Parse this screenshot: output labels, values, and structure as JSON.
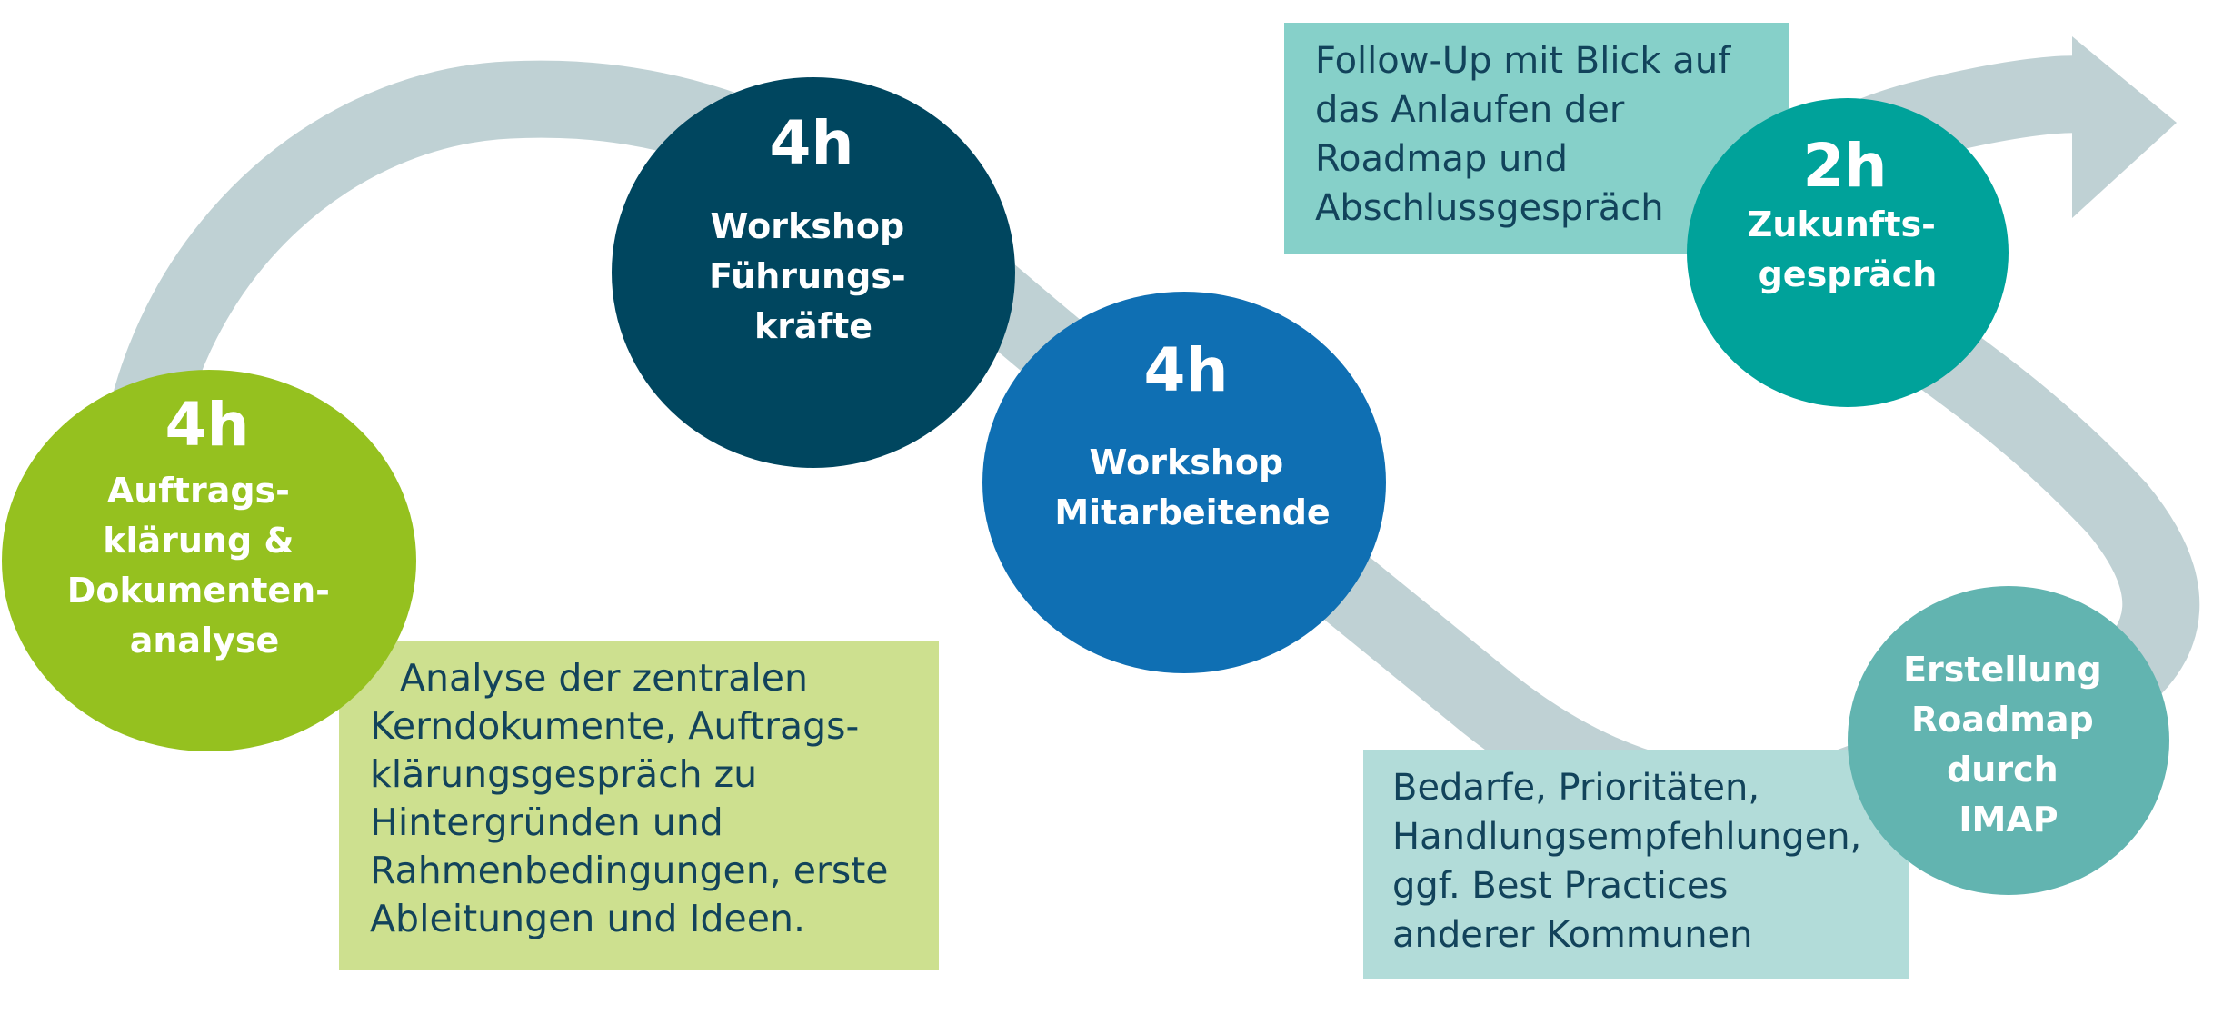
{
  "colors": {
    "path": "#bfd1d4",
    "step1": "#95c11f",
    "step2": "#00465f",
    "step3": "#0f6fb3",
    "step4": "#62b4b0",
    "step5": "#00a29a",
    "note_text": "#12435b",
    "note1_bg": "#cde08f",
    "note2_bg": "#b2dcd9",
    "note3_bg": "#86d0c9"
  },
  "steps": [
    {
      "hours": "4h",
      "label_lines": [
        "Auftrags-",
        "klärung &",
        "Dokumenten-",
        "analyse"
      ]
    },
    {
      "hours": "4h",
      "label_lines": [
        "Workshop",
        "Führungs-",
        "kräfte"
      ]
    },
    {
      "hours": "4h",
      "label_lines": [
        "Workshop",
        "Mitarbeitende"
      ]
    },
    {
      "hours": "",
      "label_lines": [
        "Erstellung",
        "Roadmap",
        "durch",
        "IMAP"
      ]
    },
    {
      "hours": "2h",
      "label_lines": [
        "Zukunfts-",
        "gespräch"
      ]
    }
  ],
  "notes": [
    {
      "lines": [
        "Analyse der zentralen",
        "Kerndokumente, Auftrags-",
        "klärungsgespräch zu",
        "Hintergründen und",
        "Rahmenbedingungen, erste",
        "Ableitungen und Ideen."
      ]
    },
    {
      "lines": [
        "Bedarfe, Prioritäten,",
        "Handlungsempfehlungen,",
        "ggf. Best Practices",
        "anderer Kommunen"
      ]
    },
    {
      "lines": [
        "Follow-Up mit Blick auf",
        "das Anlaufen der",
        "Roadmap und",
        "Abschlussgespräch"
      ]
    }
  ]
}
